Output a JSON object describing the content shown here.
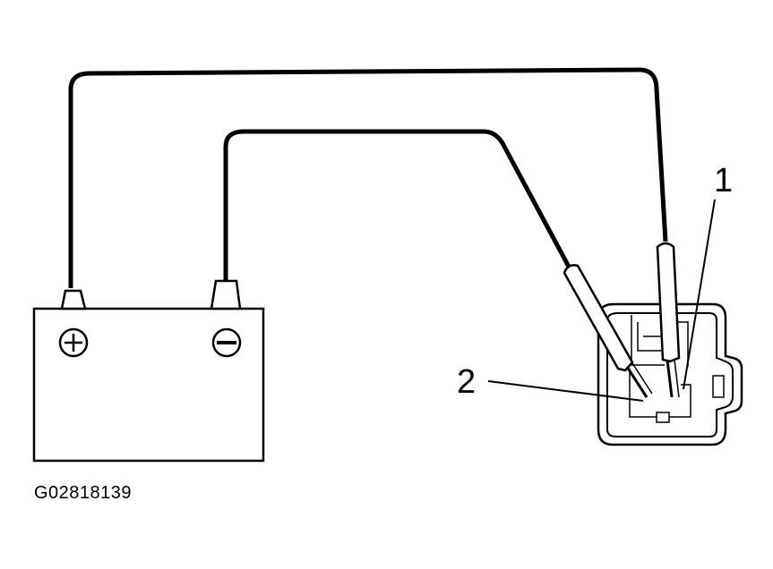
{
  "callouts": {
    "one": "1",
    "two": "2"
  },
  "battery": {
    "positive_symbol": "plus-terminal-icon",
    "negative_symbol": "minus-terminal-icon"
  },
  "figure_id": "G02818139",
  "colors": {
    "line": "#000000",
    "background": "#ffffff"
  }
}
